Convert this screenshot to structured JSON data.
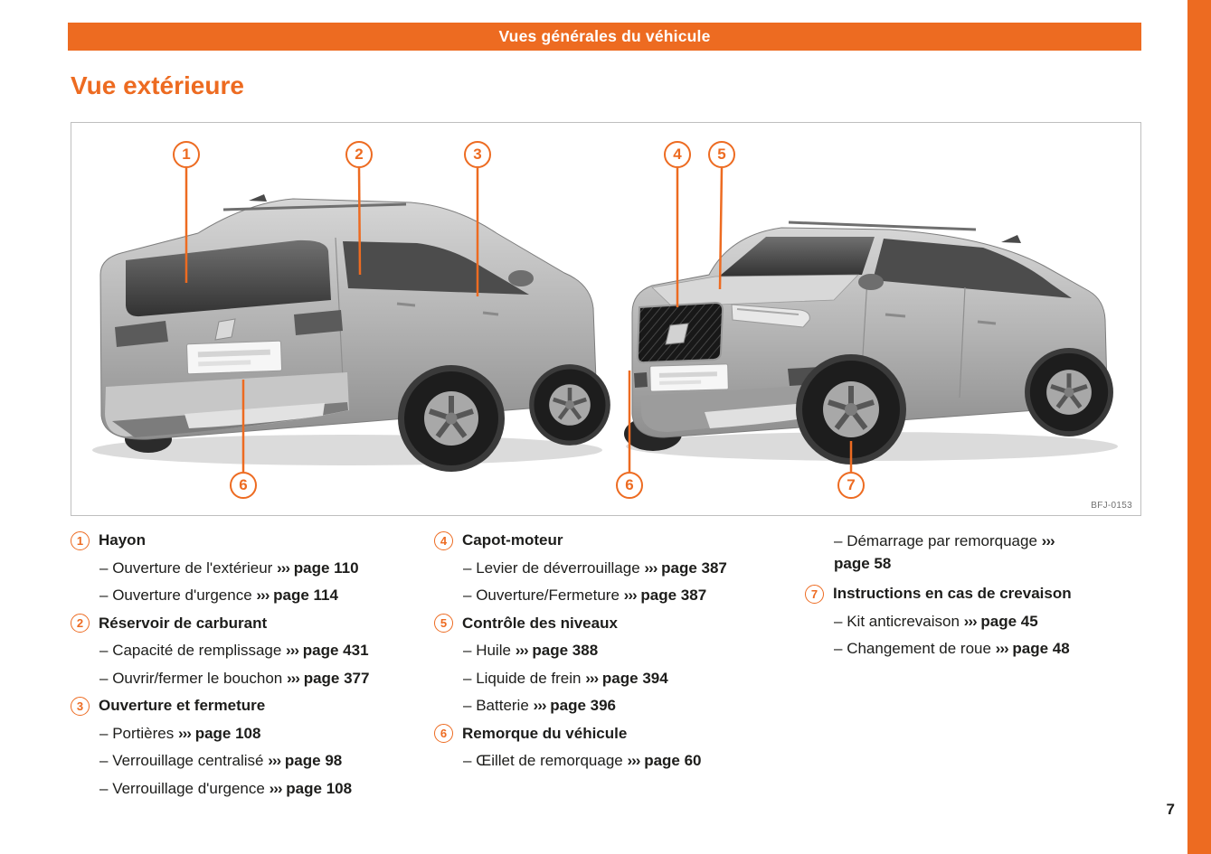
{
  "page": {
    "header_banner": "Vues générales du véhicule",
    "title": "Vue extérieure",
    "page_number": "7"
  },
  "colors": {
    "accent": "#ed6b21",
    "banner_text": "#ffffff",
    "body_text": "#1d1d1b"
  },
  "figure": {
    "code": "BFJ-0153",
    "callouts": [
      "1",
      "2",
      "3",
      "4",
      "5",
      "6",
      "6",
      "7"
    ]
  },
  "legend": {
    "dash": "–",
    "arrow": "›››",
    "columns": [
      {
        "items": [
          {
            "num": "1",
            "title": "Hayon",
            "subs": [
              {
                "text": "Ouverture de l'extérieur",
                "ref": "page 110"
              },
              {
                "text": "Ouverture d'urgence",
                "ref": "page 114"
              }
            ]
          },
          {
            "num": "2",
            "title": "Réservoir de carburant",
            "subs": [
              {
                "text": "Capacité de remplissage",
                "ref": "page 431"
              },
              {
                "text": "Ouvrir/fermer le bouchon",
                "ref": "page 377"
              }
            ]
          },
          {
            "num": "3",
            "title": "Ouverture et fermeture",
            "subs": [
              {
                "text": "Portières",
                "ref": "page 108"
              },
              {
                "text": "Verrouillage centralisé",
                "ref": "page 98"
              },
              {
                "text": "Verrouillage d'urgence",
                "ref": "page 108"
              }
            ]
          }
        ]
      },
      {
        "items": [
          {
            "num": "4",
            "title": "Capot-moteur",
            "subs": [
              {
                "text": "Levier de déverrouillage",
                "ref": "page 387"
              },
              {
                "text": "Ouverture/Fermeture",
                "ref": "page 387"
              }
            ]
          },
          {
            "num": "5",
            "title": "Contrôle des niveaux",
            "subs": [
              {
                "text": "Huile",
                "ref": "page 388"
              },
              {
                "text": "Liquide de frein",
                "ref": "page 394"
              },
              {
                "text": "Batterie",
                "ref": "page 396"
              }
            ]
          },
          {
            "num": "6",
            "title": "Remorque du véhicule",
            "subs": [
              {
                "text": "Œillet de remorquage",
                "ref": "page 60"
              }
            ]
          }
        ]
      },
      {
        "lead_subs": [
          {
            "text": "Démarrage par remorquage",
            "ref": "page 58"
          }
        ],
        "items": [
          {
            "num": "7",
            "title": "Instructions en cas de crevaison",
            "subs": [
              {
                "text": "Kit anticrevaison",
                "ref": "page 45"
              },
              {
                "text": "Changement de roue",
                "ref": "page 48"
              }
            ]
          }
        ]
      }
    ]
  }
}
